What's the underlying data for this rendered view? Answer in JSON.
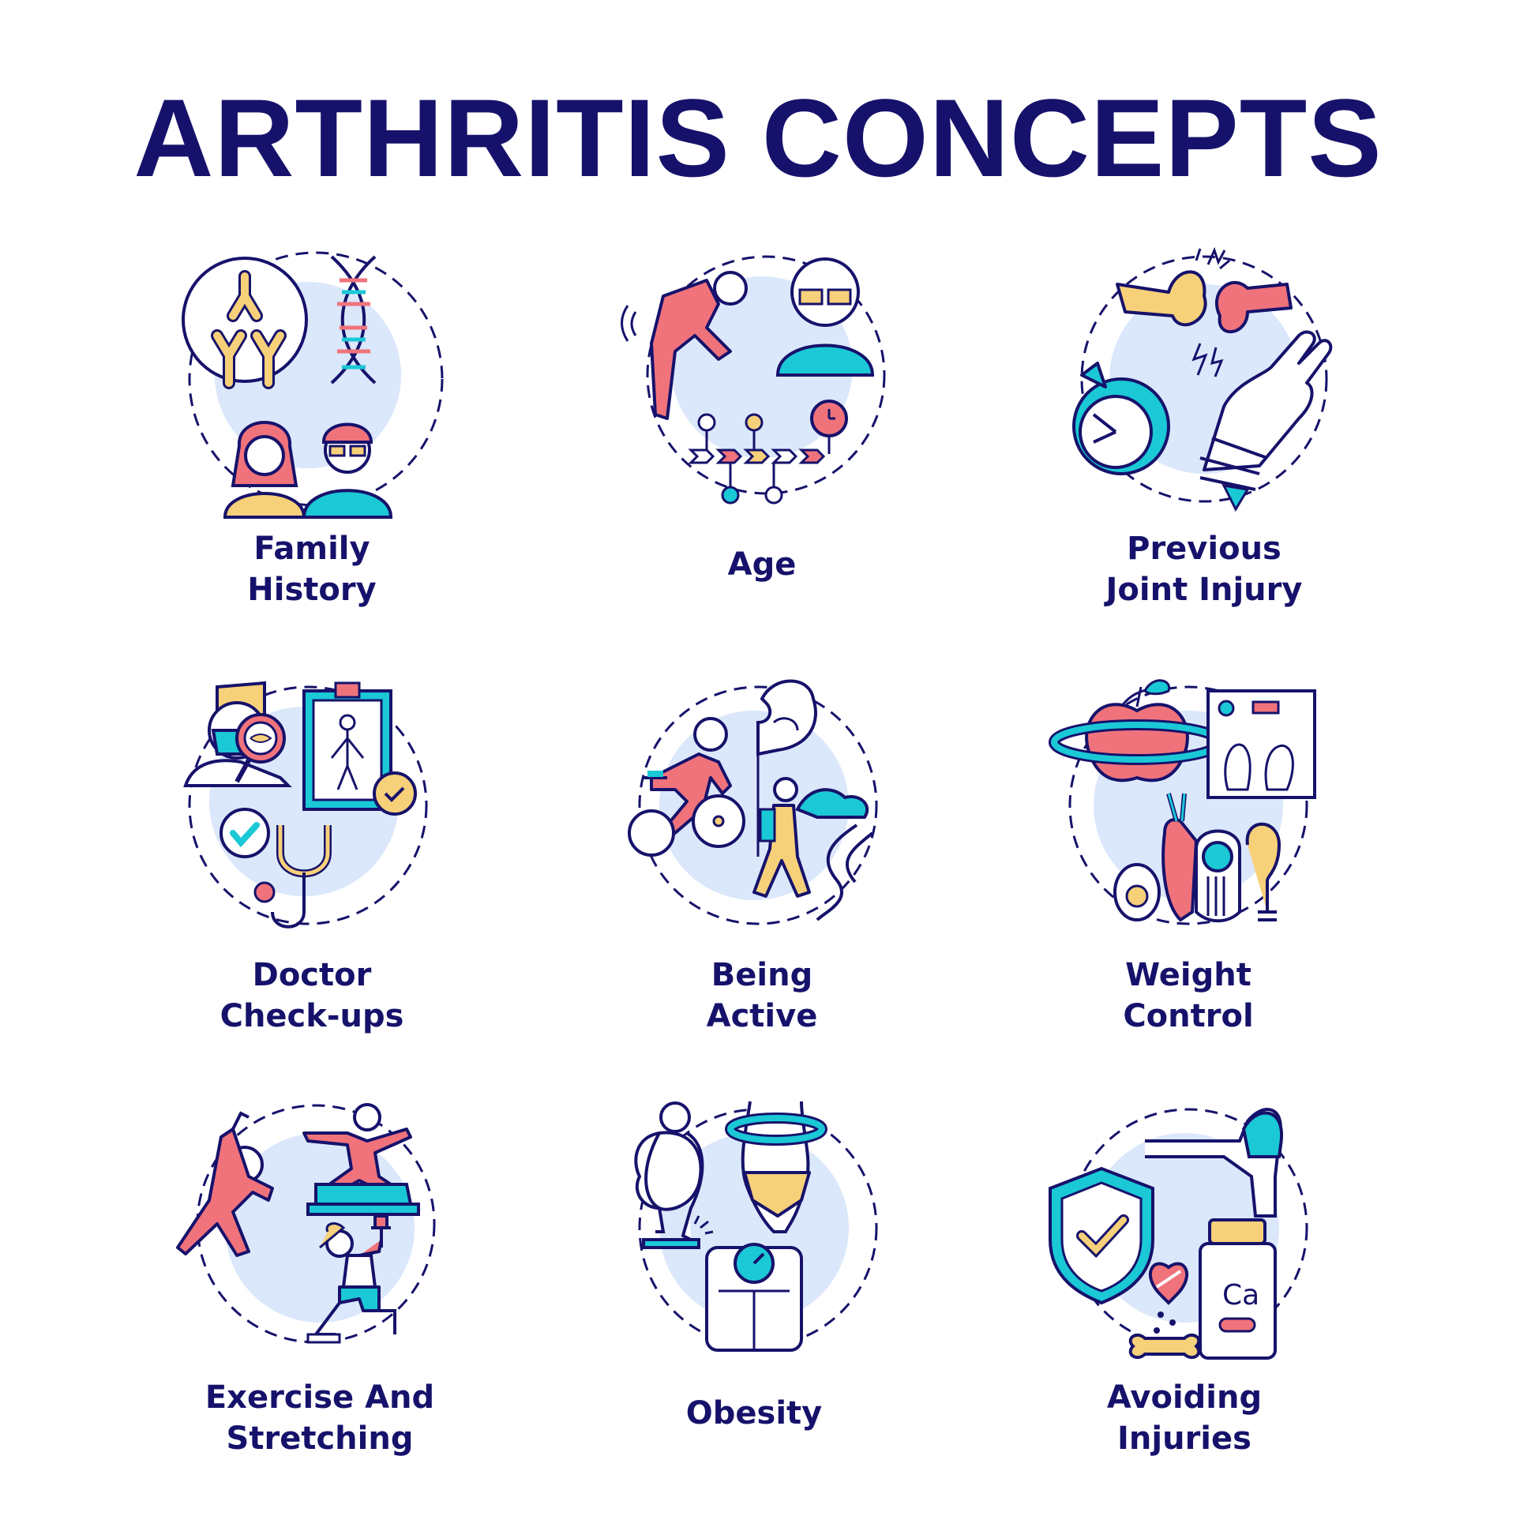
{
  "title": "ARTHRITIS CONCEPTS",
  "colors": {
    "navy": "#16126b",
    "pink": "#f0737c",
    "yellow": "#f7d07a",
    "teal": "#1bc8d6",
    "lightblue": "#dbe7fb"
  },
  "concepts": [
    {
      "lines": [
        "Family",
        "History"
      ],
      "icon": "dna-family-icon"
    },
    {
      "lines": [
        "Age"
      ],
      "icon": "aging-timeline-icon"
    },
    {
      "lines": [
        "Previous",
        "Joint Injury"
      ],
      "icon": "joint-injury-icon"
    },
    {
      "lines": [
        "Doctor",
        "Check-ups"
      ],
      "icon": "doctor-checkup-icon"
    },
    {
      "lines": [
        "Being",
        "Active"
      ],
      "icon": "active-lifestyle-icon"
    },
    {
      "lines": [
        "Weight",
        "Control"
      ],
      "icon": "weight-control-icon"
    },
    {
      "lines": [
        "Exercise And",
        "Stretching"
      ],
      "icon": "exercise-stretching-icon"
    },
    {
      "lines": [
        "Obesity"
      ],
      "icon": "obesity-scale-icon"
    },
    {
      "lines": [
        "Avoiding",
        "Injuries"
      ],
      "icon": "avoiding-injuries-icon"
    }
  ],
  "icon_texts": {
    "calcium": "Ca"
  }
}
